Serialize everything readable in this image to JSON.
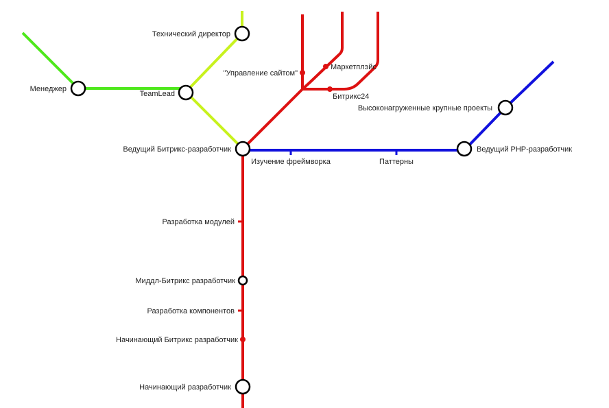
{
  "colors": {
    "red": "#dd1111",
    "blue": "#1111dd",
    "lime": "#c8f21e",
    "green": "#4ee81c",
    "station_stroke": "#000000",
    "station_fill": "#ffffff"
  },
  "lines": [
    {
      "id": "red-main",
      "color": "red"
    },
    {
      "id": "red-branch-site",
      "color": "red"
    },
    {
      "id": "red-branch-market",
      "color": "red"
    },
    {
      "id": "red-branch-b24",
      "color": "red"
    },
    {
      "id": "blue",
      "color": "blue"
    },
    {
      "id": "lime",
      "color": "lime"
    },
    {
      "id": "green",
      "color": "green"
    }
  ],
  "labels": {
    "tech_director": "Технический директор",
    "manager": "Менеджер",
    "teamlead": "TeamLead",
    "lead_bitrix": "Ведущий Битрикс-разработчик",
    "site_management": "\"Управление сайтом\"",
    "marketplace": "Маркетплэйс",
    "bitrix24": "Битрикс24",
    "highload": "Высоконагруженные крупные проекты",
    "lead_php": "Ведущий PHP-разработчик",
    "framework": "Изучение фреймворка",
    "patterns": "Паттерны",
    "modules": "Разработка модулей",
    "middle_bitrix": "Миддл-Битрикс разработчик",
    "components": "Разработка компонентов",
    "junior_bitrix": "Начинающий Битрикс разработчик",
    "junior_dev": "Начинающий разработчик"
  }
}
